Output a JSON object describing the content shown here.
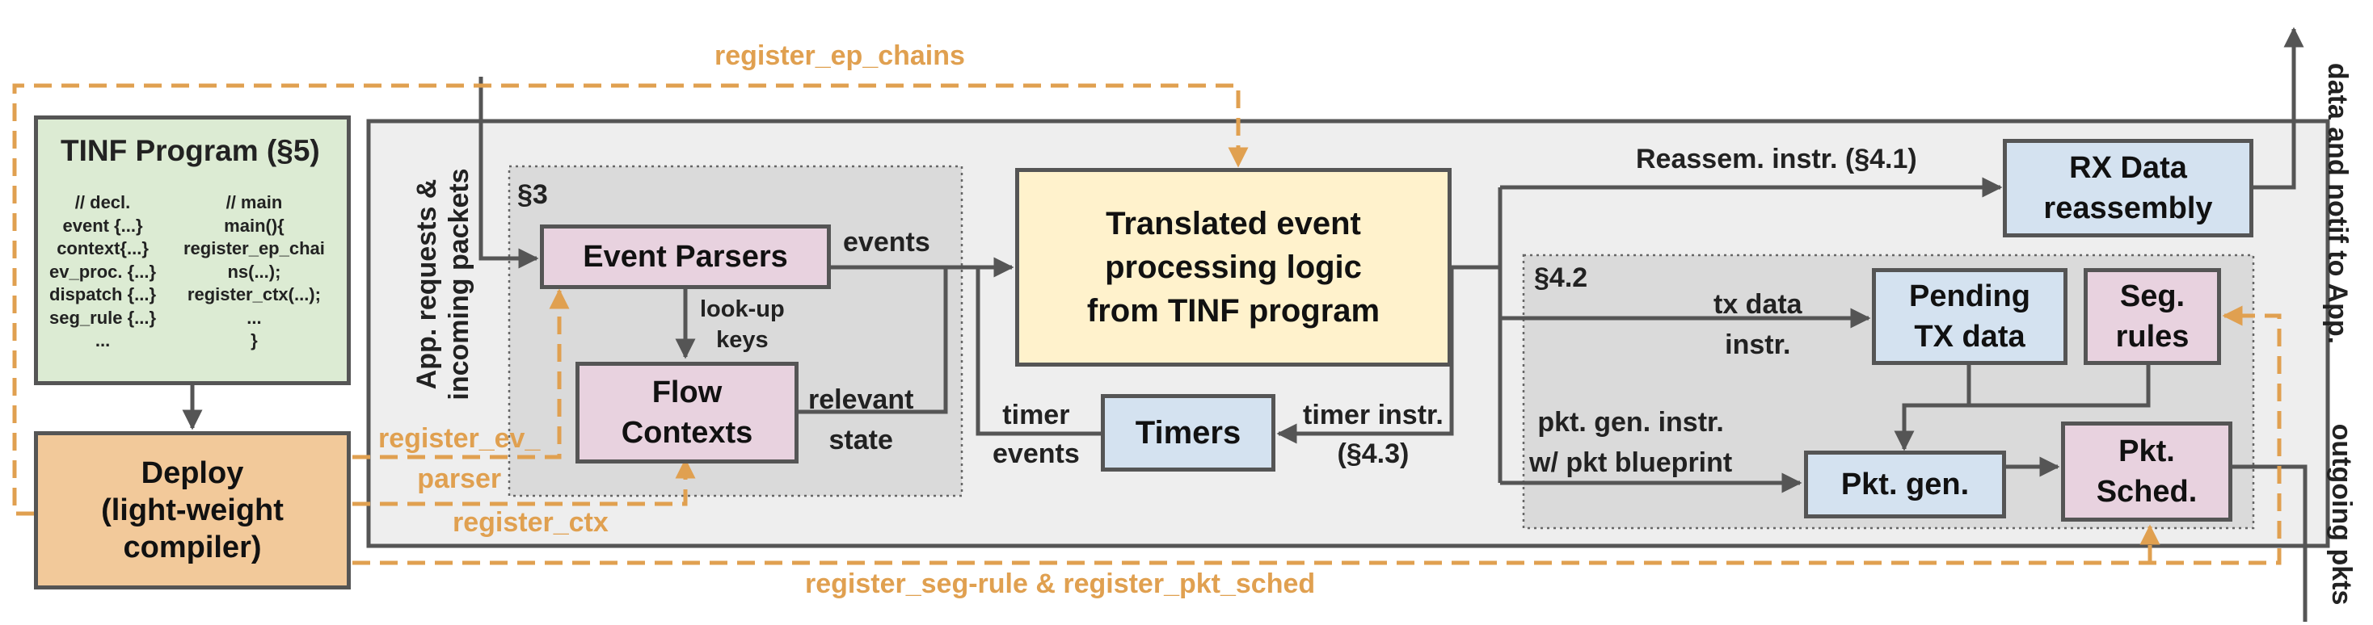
{
  "colors": {
    "gray_frame": "#555555",
    "orange_arrow": "#E0A050",
    "program_green": "#DCEBD3",
    "deploy_orange": "#F2C99A",
    "parser_pink": "#E8D2DF",
    "tinf_yellow": "#FFF2CC",
    "blue_box": "#D4E2F0",
    "region_gray": "#DADADA",
    "outer_gray": "#EEEEEE"
  },
  "tinf_program": {
    "title": "TINF Program (§5)",
    "code_left": "// decl.\nevent {...}\ncontext{...}\nev_proc. {...}\ndispatch {...}\nseg_rule {...}\n...",
    "code_right": "// main\nmain(){\nregister_ep_chai\nns(...);\nregister_ctx(...);\n...\n}"
  },
  "deploy": {
    "label": "Deploy\n(light-weight\ncompiler)"
  },
  "side_labels": {
    "app_requests": "App. requests &\nincoming packets",
    "data_notif": "data and notif to App.",
    "outgoing": "outgoing pkts"
  },
  "sections": {
    "s3": "§3",
    "s42": "§4.2"
  },
  "boxes": {
    "event_parsers": "Event Parsers",
    "flow_contexts": "Flow\nContexts",
    "translated": "Translated event\nprocessing logic\nfrom TINF program",
    "timers": "Timers",
    "rx_data": "RX Data\nreassembly",
    "pending_tx": "Pending\nTX data",
    "seg_rules": "Seg.\nrules",
    "pkt_gen": "Pkt. gen.",
    "pkt_sched": "Pkt.\nSched."
  },
  "labels": {
    "events": "events",
    "lookup_keys": "look-up\nkeys",
    "relevant_state": "relevant\nstate",
    "timer_events": "timer\nevents",
    "timer_instr": "timer instr.\n(§4.3)",
    "reassem_instr": "Reassem. instr. (§4.1)",
    "tx_data_instr": "tx data\ninstr.",
    "pkt_gen_instr": "pkt. gen. instr.\nw/ pkt blueprint"
  },
  "orange_labels": {
    "register_ep_chains": "register_ep_chains",
    "register_ev_parser": "register_ev_\nparser",
    "register_ctx": "register_ctx",
    "register_seg_rule": "register_seg-rule & register_pkt_sched"
  }
}
